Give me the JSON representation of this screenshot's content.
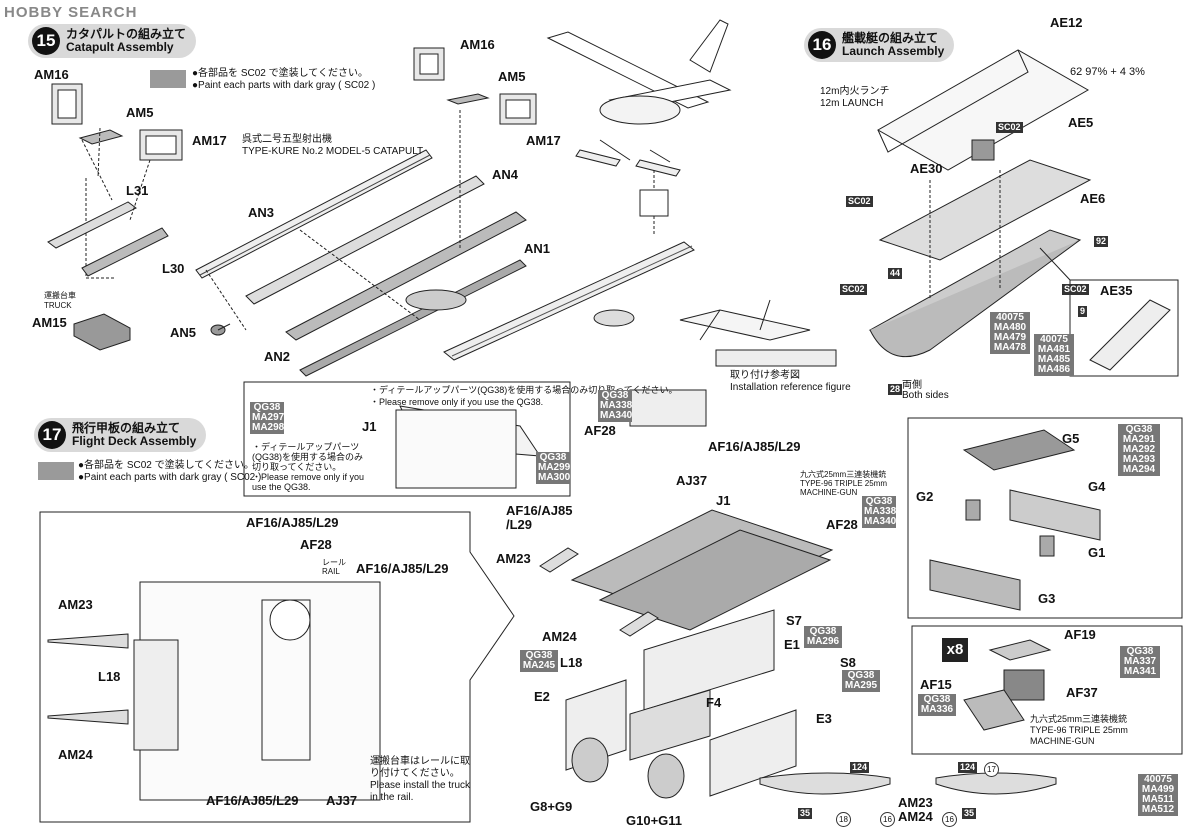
{
  "watermark": "HOBBY SEARCH",
  "step15": {
    "number": "15",
    "title_jp": "カタパルトの組み立て",
    "title_en": "Catapult Assembly",
    "note_jp": "●各部品を SC02 で塗装してください。",
    "note_en": "●Paint each parts with dark gray ( SC02 )",
    "catapult_jp": "呉式二号五型射出機",
    "catapult_en": "TYPE-KURE No.2 MODEL-5 CATAPULT",
    "truck_jp": "運搬台車",
    "truck_en": "TRUCK",
    "parts": [
      "AM16",
      "AM5",
      "AM17",
      "L31",
      "L30",
      "AM15",
      "AM16",
      "AM5",
      "AM17",
      "AN3",
      "AN4",
      "AN1",
      "AN5",
      "AN2"
    ]
  },
  "step16": {
    "number": "16",
    "title_jp": "艦載艇の組み立て",
    "title_en": "Launch Assembly",
    "launch_jp": "12m内火ランチ",
    "launch_en": "12m LAUNCH",
    "mix": "62 97% + 4 3%",
    "parts": [
      "AE12",
      "AE5",
      "AE30",
      "AE6",
      "AE35"
    ],
    "colors": [
      "SC02",
      "SC02",
      "SC02",
      "SC02"
    ],
    "numbers": [
      "92",
      "44",
      "9",
      "28"
    ],
    "codes_a": [
      "40075",
      "MA480",
      "MA479",
      "MA478"
    ],
    "codes_b": [
      "40075",
      "MA481",
      "MA485",
      "MA486"
    ],
    "both_sides_jp": "両側",
    "both_sides_en": "Both sides",
    "install_jp": "取り付け参考図",
    "install_en": "Installation reference figure"
  },
  "step17": {
    "number": "17",
    "title_jp": "飛行甲板の組み立て",
    "title_en": "Flight Deck Assembly",
    "note_jp": "●各部品を SC02 で塗装してください。",
    "note_en": "●Paint each parts with dark gray ( SC02 )",
    "detail_box": {
      "codes": [
        "QG38",
        "MA297",
        "MA298"
      ],
      "codes_r": [
        "QG38",
        "MA299",
        "MA300"
      ],
      "part": "J1",
      "top_jp": "・ディテールアップパーツ(QG38)を使用する場合のみ切り取ってください。",
      "top_en": "・Please remove only if you use the QG38.",
      "mid_jp1": "・ディテールアップパーツ",
      "mid_jp2": "(QG38)を使用する場合のみ",
      "mid_jp3": "切り取ってください。",
      "mid_en1": "・Please remove only if you",
      "mid_en2": "use the QG38."
    },
    "labels": [
      "AF28",
      "AF16/AJ85/L29",
      "AJ37",
      "J1",
      "AF16/AJ85",
      "/L29",
      "AF28",
      "AM23",
      "AM24",
      "L18",
      "S7",
      "E1",
      "S8",
      "E2",
      "F4",
      "E3",
      "G8+G9",
      "G10+G11",
      "AM23",
      "AM24"
    ],
    "codes_af28": [
      "QG38",
      "MA338",
      "MA340"
    ],
    "codes_af28b": [
      "QG38",
      "MA338",
      "MA340"
    ],
    "codes_l18": [
      "QG38",
      "MA245"
    ],
    "codes_s7": [
      "QG38",
      "MA296"
    ],
    "codes_s8": [
      "QG38",
      "MA295"
    ],
    "codes_g": [
      "QG38",
      "MA291",
      "MA292",
      "MA293",
      "MA294"
    ],
    "codes_af19": [
      "QG38",
      "MA337",
      "MA341"
    ],
    "codes_af15": [
      "QG38",
      "MA336"
    ],
    "codes_am": [
      "40075",
      "MA499",
      "MA511",
      "MA512"
    ],
    "gun_jp": "九六式25mm三連装機銃",
    "gun_en1": "TYPE-96 TRIPLE 25mm",
    "gun_en2": "MACHINE-GUN",
    "gun2_jp": "九六式25mm三連装機銃",
    "gun2_en1": "TYPE-96 TRIPLE 25mm",
    "gun2_en2": "MACHINE-GUN",
    "rail_jp": "レール",
    "rail_en": "RAIL",
    "truck_jp1": "運搬台車はレールに取",
    "truck_jp2": "り付けてください。",
    "truck_en1": "Please install the truck",
    "truck_en2": "in the rail.",
    "inset_labels": [
      "AF16/AJ85/L29",
      "AF28",
      "AF16/AJ85/L29",
      "AM23",
      "L18",
      "AM24",
      "AF16/AJ85/L29",
      "AJ37"
    ],
    "g_labels": [
      "G5",
      "G2",
      "G4",
      "G1",
      "G3"
    ],
    "gun_labels": [
      "x8",
      "AF19",
      "AF15",
      "AF37"
    ],
    "small_nums": [
      "124",
      "17",
      "124",
      "35",
      "18",
      "16",
      "16",
      "35"
    ]
  }
}
